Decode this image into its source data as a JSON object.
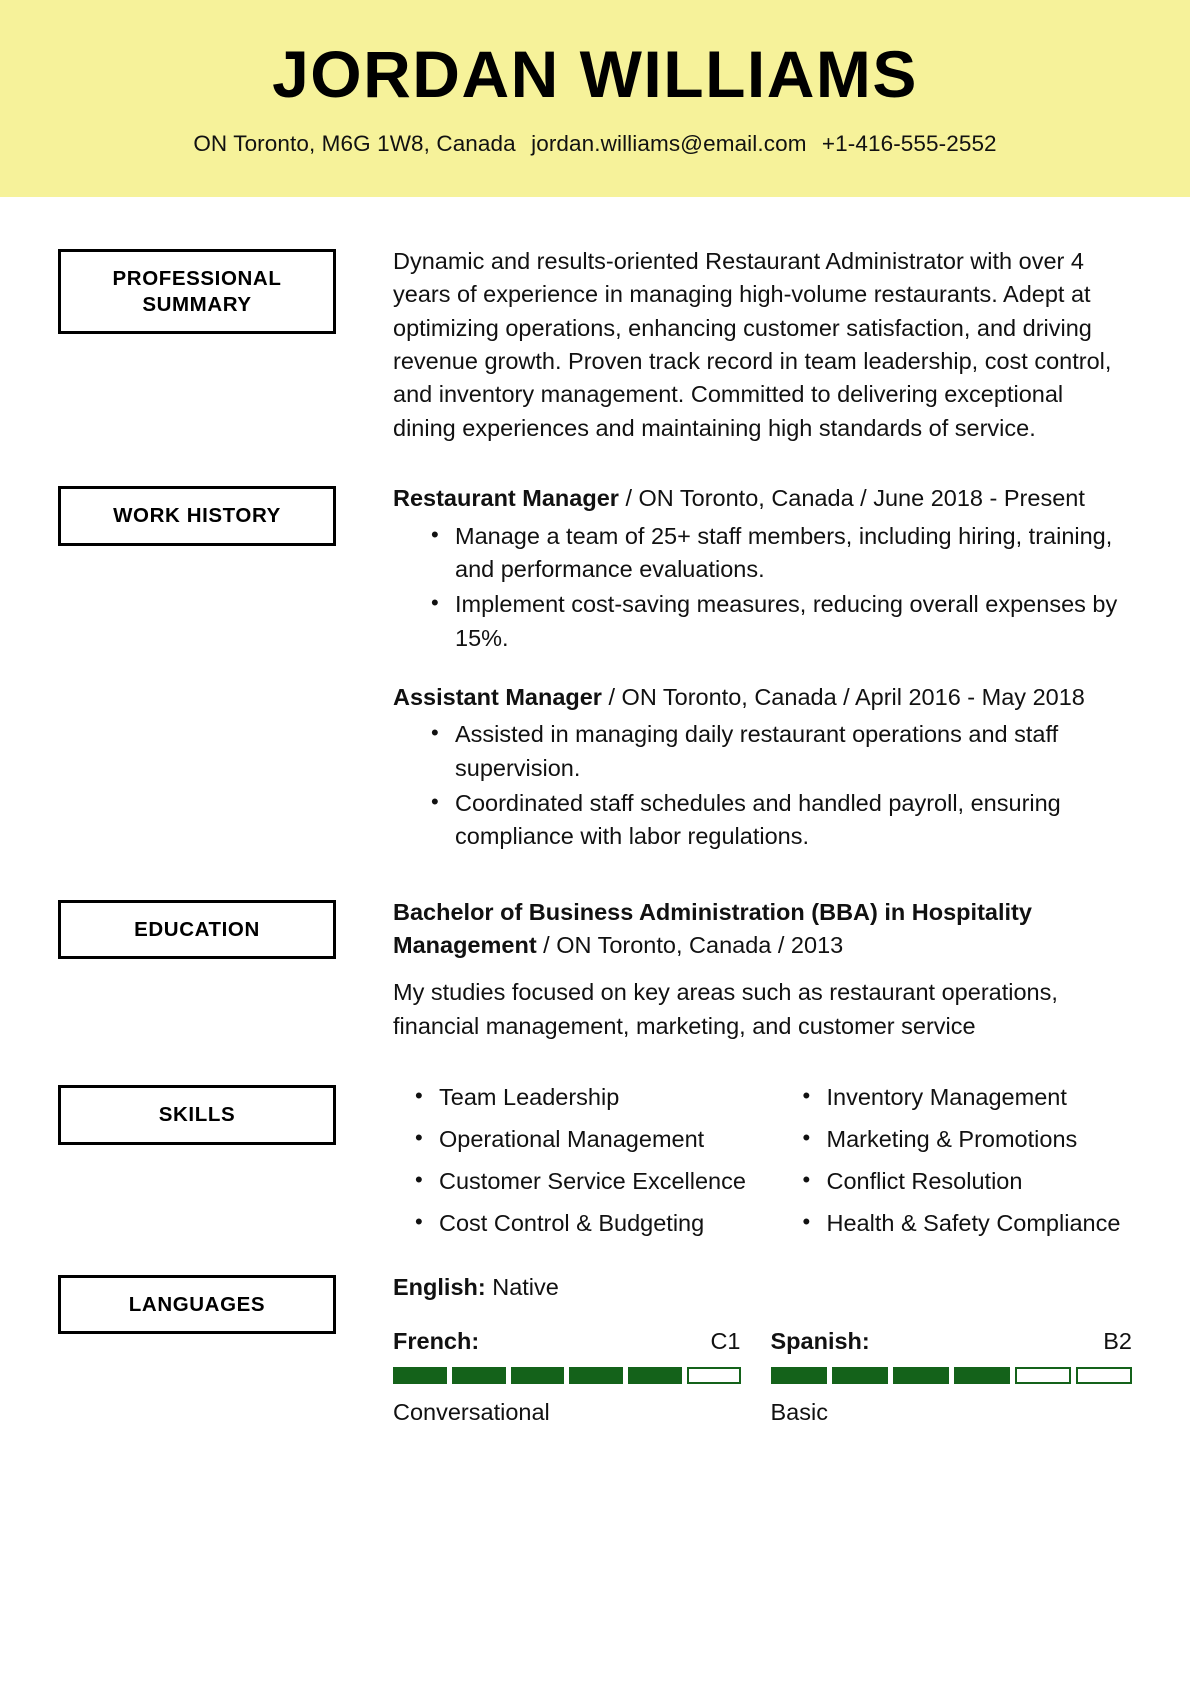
{
  "theme": {
    "header_bg": "#f6f29a",
    "accent_green": "#14621a",
    "text": "#111111",
    "border": "#000000"
  },
  "header": {
    "full_name": "JORDAN WILLIAMS",
    "location": "ON Toronto, M6G 1W8, Canada",
    "email": "jordan.williams@email.com",
    "phone": "+1-416-555-2552"
  },
  "sections": {
    "summary": {
      "label": "PROFESSIONAL SUMMARY",
      "label_line1": "PROFESSIONAL",
      "label_line2": "SUMMARY",
      "text": "Dynamic and results-oriented Restaurant Administrator with over 4 years of experience in managing high-volume restaurants. Adept at optimizing operations, enhancing customer satisfaction, and driving revenue growth. Proven track record in team leadership, cost control, and inventory management. Committed to delivering exceptional dining experiences and maintaining high standards of service."
    },
    "work_history": {
      "label": "WORK HISTORY",
      "entries": [
        {
          "title": "Restaurant Manager",
          "meta": " / ON Toronto, Canada / June 2018 - Present",
          "bullets": [
            "Manage a team of 25+ staff members, including hiring, training, and performance evaluations.",
            "Implement cost-saving measures, reducing overall expenses by 15%."
          ]
        },
        {
          "title": "Assistant Manager",
          "meta": " / ON Toronto, Canada / April 2016 - May 2018",
          "bullets": [
            "Assisted in managing daily restaurant operations and staff supervision.",
            "Coordinated staff schedules and handled payroll, ensuring compliance with labor regulations."
          ]
        }
      ]
    },
    "education": {
      "label": "EDUCATION",
      "degree": "Bachelor of Business Administration (BBA) in Hospitality Management",
      "meta": " / ON Toronto, Canada / 2013",
      "description": "My studies focused on key areas such as restaurant operations, financial management, marketing, and customer service"
    },
    "skills": {
      "label": "SKILLS",
      "left_column": [
        "Team Leadership",
        "Operational Management",
        "Customer Service Excellence",
        "Cost Control & Budgeting"
      ],
      "right_column": [
        "Inventory Management",
        "Marketing & Promotions",
        "Conflict Resolution",
        "Health & Safety Compliance"
      ]
    },
    "languages": {
      "label": "LANGUAGES",
      "native": {
        "name": "English:",
        "level": "Native"
      },
      "rated": [
        {
          "name": "French:",
          "cefr": "C1",
          "description": "Conversational",
          "segments_total": 6,
          "segments_filled": 5
        },
        {
          "name": "Spanish:",
          "cefr": "B2",
          "description": "Basic",
          "segments_total": 6,
          "segments_filled": 4
        }
      ]
    }
  }
}
